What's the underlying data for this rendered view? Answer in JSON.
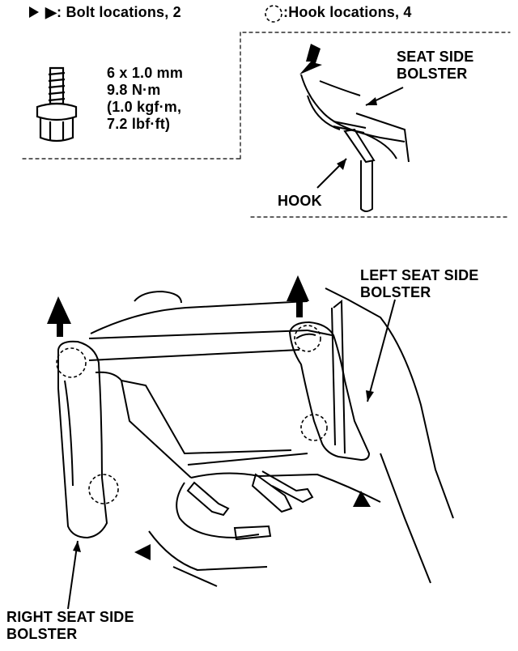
{
  "legend": {
    "bolt": "▶: Bolt locations, 2",
    "hook": ":Hook locations, 4"
  },
  "spec": {
    "lines": [
      "6 x 1.0 mm",
      "9.8 N·m",
      "(1.0 kgf·m,",
      "7.2 lbf·ft)"
    ]
  },
  "detail": {
    "seat_side_bolster_line1": "SEAT SIDE",
    "seat_side_bolster_line2": "BOLSTER",
    "hook": "HOOK"
  },
  "main": {
    "left_bolster_line1": "LEFT SEAT SIDE",
    "left_bolster_line2": "BOLSTER",
    "right_bolster_line1": "RIGHT SEAT SIDE",
    "right_bolster_line2": "BOLSTER"
  }
}
